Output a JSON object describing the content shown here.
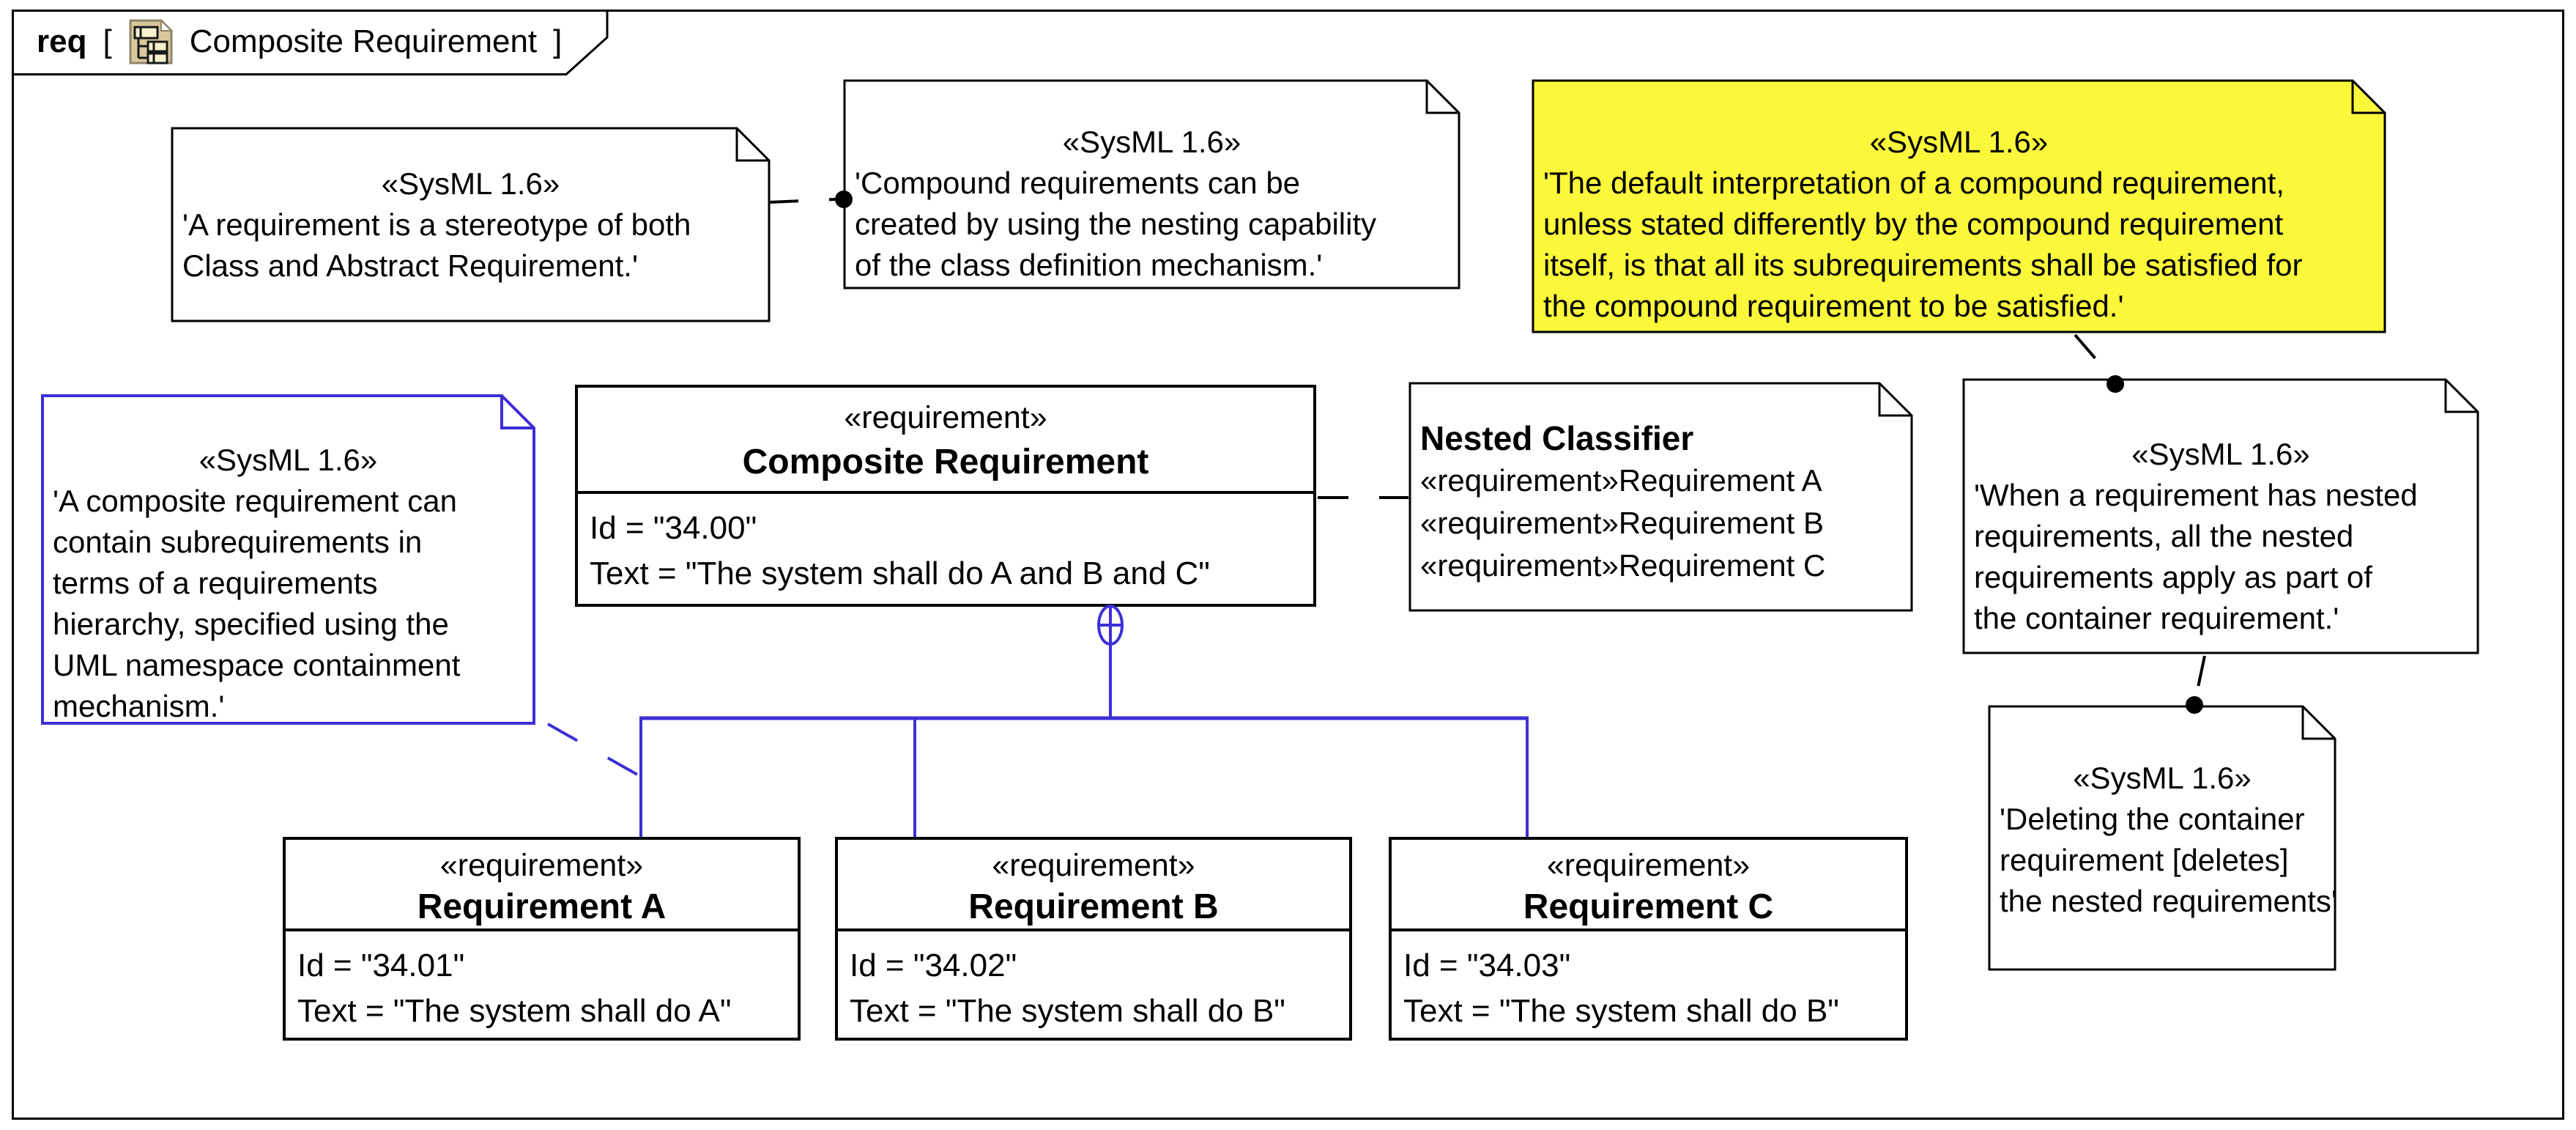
{
  "frame": {
    "keyword": "req",
    "open_bracket": "[",
    "close_bracket": "]",
    "title": "Composite Requirement",
    "icon": "diagram-document-icon"
  },
  "colors": {
    "line_blue": "#3C2FD6",
    "note_yellow": "#FBF73B",
    "line_black": "#000000"
  },
  "notes": [
    {
      "stereotype": "«SysML 1.6»",
      "lines": [
        "'A requirement is a stereotype of both",
        "Class and Abstract Requirement.'"
      ]
    },
    {
      "stereotype": "«SysML 1.6»",
      "lines": [
        "'Compound requirements can be",
        "created by using the nesting capability",
        "of the class definition mechanism.'"
      ]
    },
    {
      "stereotype": "«SysML 1.6»",
      "lines": [
        "'The default interpretation of a compound requirement,",
        "unless stated differently by the compound requirement",
        "itself, is that all its subrequirements shall be satisfied for",
        "the compound requirement to be satisfied.'"
      ]
    },
    {
      "stereotype": "«SysML 1.6»",
      "lines": [
        "'A composite requirement can",
        "contain subrequirements in",
        "terms of a requirements",
        "hierarchy, specified using the",
        "UML namespace containment",
        "mechanism.'"
      ]
    },
    {
      "title": "Nested Classifier",
      "lines": [
        "«requirement»Requirement A",
        "«requirement»Requirement B",
        "«requirement»Requirement C"
      ]
    },
    {
      "stereotype": "«SysML 1.6»",
      "lines": [
        "'When a requirement has nested",
        "requirements, all the nested",
        "requirements apply as part of",
        "the container requirement.'"
      ]
    },
    {
      "stereotype": "«SysML 1.6»",
      "lines": [
        "'Deleting the container",
        "requirement [deletes]",
        "the nested requirements'"
      ]
    }
  ],
  "requirements": [
    {
      "stereotype": "«requirement»",
      "name": "Composite Requirement",
      "attributes": [
        "Id = \"34.00\"",
        "Text = \"The system shall do A and B and C\""
      ]
    },
    {
      "stereotype": "«requirement»",
      "name": "Requirement A",
      "attributes": [
        "Id = \"34.01\"",
        "Text = \"The system shall do A\""
      ]
    },
    {
      "stereotype": "«requirement»",
      "name": "Requirement B",
      "attributes": [
        "Id = \"34.02\"",
        "Text = \"The system shall do B\""
      ]
    },
    {
      "stereotype": "«requirement»",
      "name": "Requirement C",
      "attributes": [
        "Id = \"34.03\"",
        "Text = \"The system shall do B\""
      ]
    }
  ]
}
